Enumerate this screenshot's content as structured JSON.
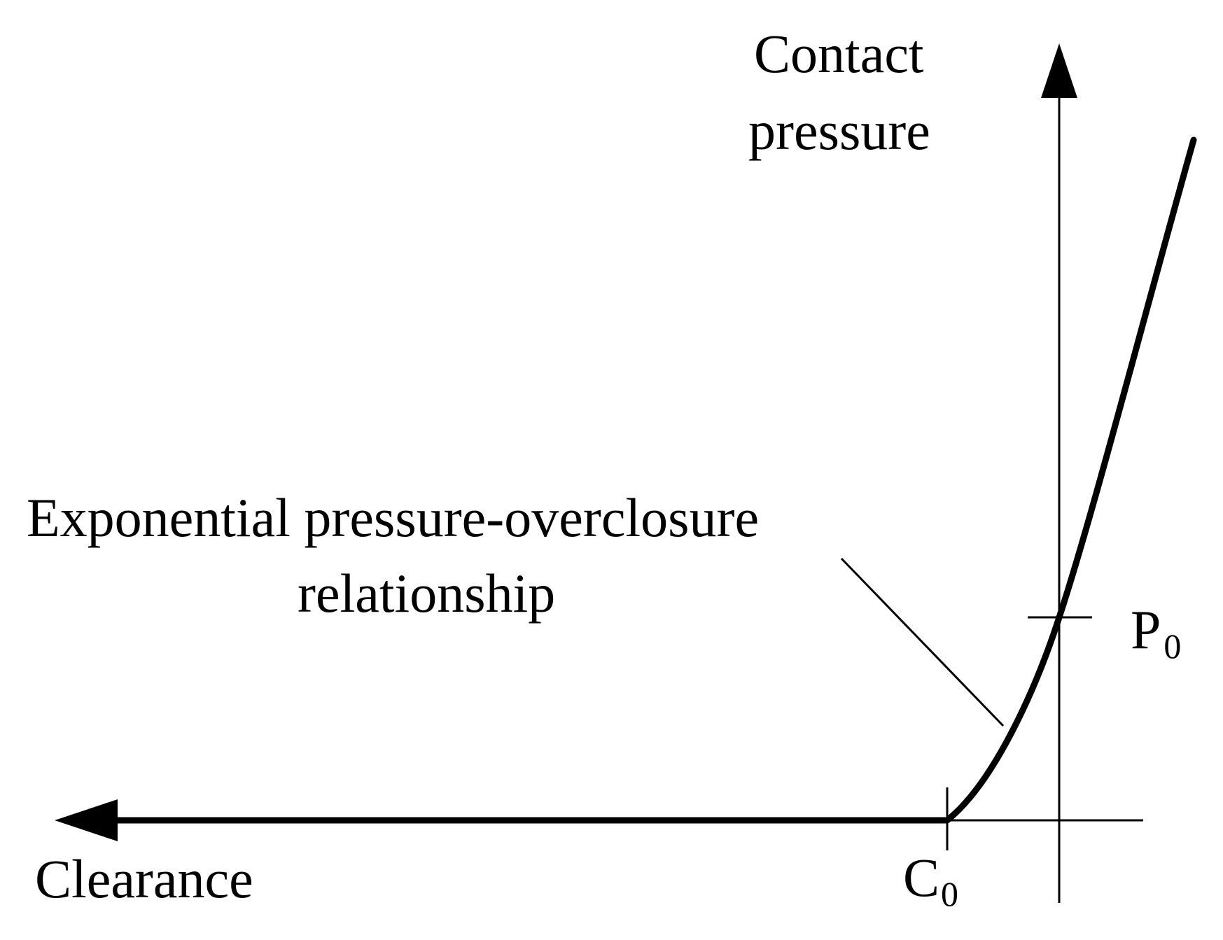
{
  "labels": {
    "y_axis_line1": "Contact",
    "y_axis_line2": "pressure",
    "x_axis": "Clearance",
    "curve_line1": "Exponential pressure-overclosure",
    "curve_line2": "relationship",
    "p0_letter": "P",
    "p0_subscript": "0",
    "c0_letter": "C",
    "c0_subscript": "0"
  },
  "colors": {
    "ink": "#000000",
    "background": "#ffffff"
  },
  "arrows": {
    "clearance_direction": "left",
    "pressure_direction": "up"
  }
}
